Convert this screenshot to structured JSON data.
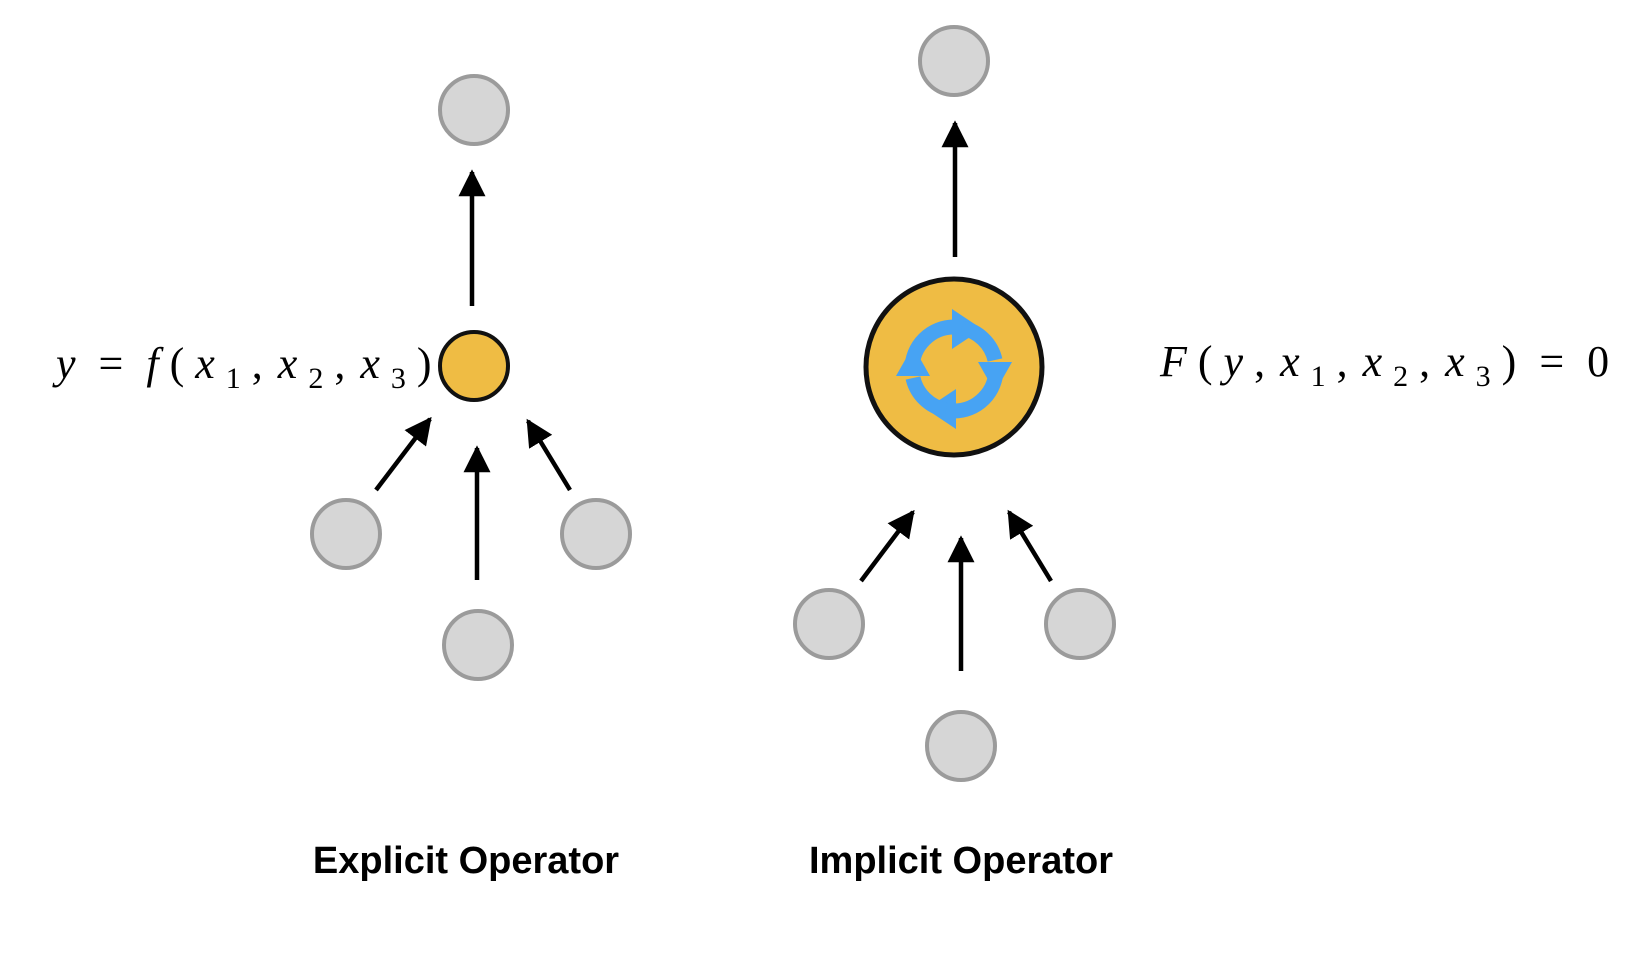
{
  "colors": {
    "input_node_fill": "#d6d6d6",
    "input_node_stroke": "#9b9b9b",
    "operator_fill": "#efbc44",
    "operator_stroke": "#111111",
    "arrow": "#000000",
    "cycle_icon": "#47a3f3"
  },
  "explicit": {
    "caption": "Explicit Operator",
    "equation": {
      "lhs": "y",
      "eq": "=",
      "func": "f",
      "open": "(",
      "var1": "x",
      "sub1": "1",
      "comma1": ",",
      "var2": "x",
      "sub2": "2",
      "comma2": ",",
      "var3": "x",
      "sub3": "3",
      "close": ")"
    }
  },
  "implicit": {
    "caption": "Implicit Operator",
    "icon": "cycle-arrows-icon",
    "equation": {
      "func": "F",
      "open": "(",
      "var0": "y",
      "comma0": ",",
      "var1": "x",
      "sub1": "1",
      "comma1": ",",
      "var2": "x",
      "sub2": "2",
      "comma2": ",",
      "var3": "x",
      "sub3": "3",
      "close": ")",
      "eq": "=",
      "rhs": "0"
    }
  }
}
